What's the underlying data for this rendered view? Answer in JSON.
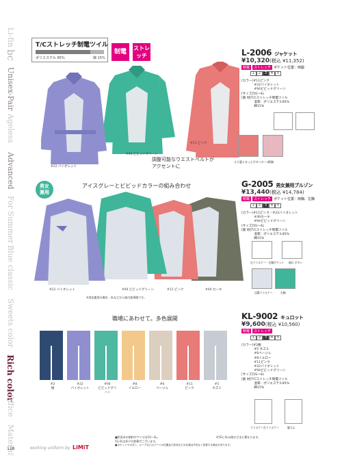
{
  "sidenav": [
    "Li-fin",
    "bc",
    "Unisex-Pair",
    "Ageless",
    "Advanced",
    "For Summer",
    "Blue classic",
    "Sweets color",
    "Rich color",
    "Office",
    "Maternity"
  ],
  "header": {
    "fabric_title": "T/Cストレッチ制電ツイル",
    "fabric_left": "ポリエステル 85%",
    "fabric_right": "綿 15%",
    "badge1": "制電",
    "badge2": "ストレッチ"
  },
  "p1": {
    "code": "L-2006",
    "name": "ジャケット",
    "price": "¥10,320",
    "tax": "(税込 ¥11,352)",
    "tag": "ポケット位置：両脇",
    "sizes": [
      "1",
      "2",
      "3",
      "4",
      "5"
    ],
    "spec": "[カラー]#11ピンク\n　　　　#22バイオレット\n　　　　#94ビビッドグリーン\n[サイズ]5S〜4L\n[素 材]T/Cストレッチ制電ツイル\n　　　　混率：ポリエステル85%\n　　　　綿15%",
    "captions": [
      "#22 バイオレット",
      "#94 ビビッドグリーン",
      "#11 ピンク"
    ],
    "headline": "調整可能なウエストベルトが\nアクセントに",
    "thumb_caps": [
      "えり裏ぐるっとボタンホール",
      "両脇"
    ]
  },
  "p2": {
    "badge": "男女\n兼用",
    "headline": "アイスグレーとビビッドカラーの組み合わせ",
    "code": "G-2005",
    "name": "男女兼用ブルゾン",
    "price": "¥13,440",
    "tax": "(税込 ¥14,784)",
    "tag": "ポケット位置：両胸、左胸",
    "sizes": [
      "1",
      "2",
      "3",
      "4",
      "5"
    ],
    "spec": "[カラー]#11ピンク／#22バイオレット\n　　　　#49カーキ\n　　　　#94ビビッドグリーン\n[サイズ]5S〜4L\n[素 材]T/Cストレッチ制電ツイル\n　　　　混率：ポリエステル85%\n　　　　綿15%",
    "captions": [
      "#22 バイオレット",
      "#94 ビビッドグリーン",
      "#11 ピンク",
      "#49 カーキ"
    ],
    "note": "※男女兼用の場合、4Lなどから肩巾差規格です。",
    "thumb_caps": [
      "左ファスナー・左胸ポケット",
      "袖口 ボタン",
      "比翼ファスナー",
      "左胸"
    ]
  },
  "p3": {
    "headline": "職場にあわせて。多色展開",
    "code": "KL-9002",
    "name": "キュロット",
    "price": "¥9,600",
    "tax": "(税込 ¥10,560)",
    "sizes": [
      "1",
      "2",
      "3",
      "4",
      "5"
    ],
    "spec": "[カラー]#2紺\n　　　　#5 ネズミ\n　　　　#6ベージュ\n　　　　#8イエロー\n　　　　#11ピンク\n　　　　#22バイオレット\n　　　　#94ビビッドグリーン\n[サイズ]5S〜4L\n[素 材]T/Cストレッチ制電ツイル\n　　　　混率：ポリエステル85%\n　　　　綿15%",
    "colors": [
      {
        "num": "#2",
        "name": "紺",
        "hex": "#2e4a72"
      },
      {
        "num": "#22",
        "name": "バイオレット",
        "hex": "#8f8fd0"
      },
      {
        "num": "#94",
        "name": "ビビッドグリーン",
        "hex": "#4fb8a0"
      },
      {
        "num": "#8",
        "name": "イエロー",
        "hex": "#f2c98a"
      },
      {
        "num": "#6",
        "name": "ベージュ",
        "hex": "#dccfc0"
      },
      {
        "num": "#11",
        "name": "ピンク",
        "hex": "#e87a78"
      },
      {
        "num": "#5",
        "name": "ネズミ",
        "hex": "#c6ccd2"
      }
    ],
    "thumb_caps": [
      "ファスナー左ファスナー",
      "脇ゴム"
    ]
  },
  "footer": {
    "page": "118",
    "brand": "working uniform by",
    "logo": "LiMiT",
    "notes": [
      "■色見本の制約やサイズは5S〜3L。",
      "5S,4Lは多少の差異がございます。",
      "※5Sと4Lは他の寸法と異なります。",
      "■ポケットやボタン、ループなどのパーツの位置及び形状などの仕様は予告なく変更する場合があります。"
    ]
  },
  "colors": {
    "pink": "#e4007f",
    "violet": "#8f8fd0",
    "green": "#3fb59a",
    "coral": "#e87a78",
    "khaki": "#6e7260",
    "ice": "#dde3e8"
  }
}
